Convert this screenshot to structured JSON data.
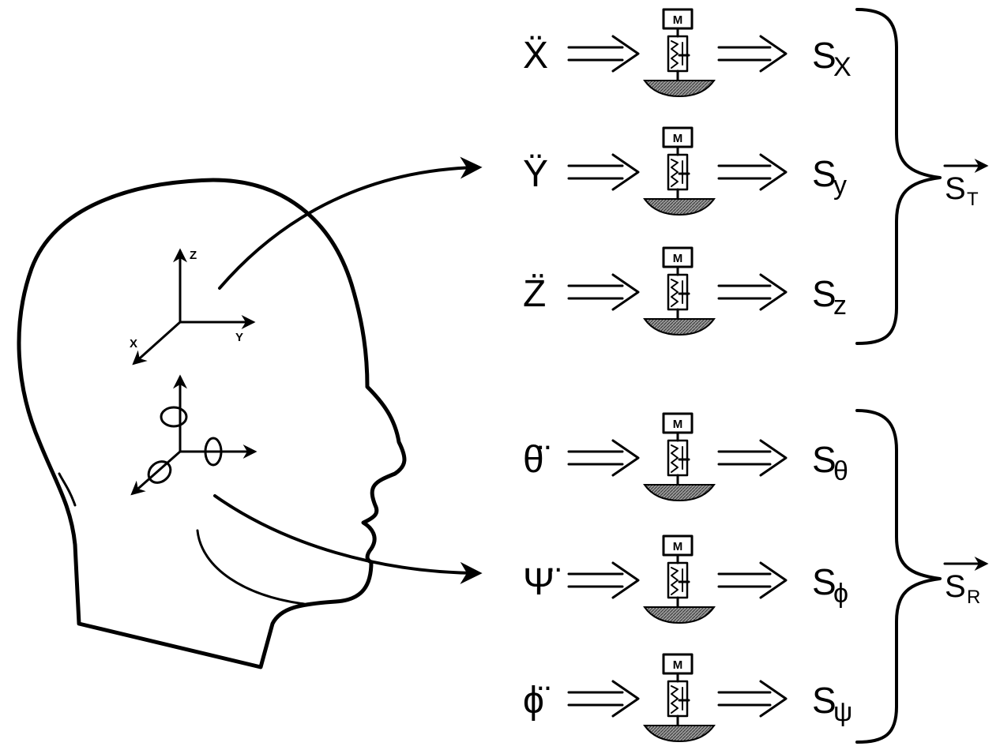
{
  "axes": {
    "z": "Z",
    "x": "X",
    "y": "Y"
  },
  "spring_mass_mark": "M",
  "rows": [
    {
      "input": "Ẍ",
      "output_base": "S",
      "output_sub": "X"
    },
    {
      "input": "Ÿ",
      "output_base": "S",
      "output_sub": "y"
    },
    {
      "input": "Z̈",
      "output_base": "S",
      "output_sub": "z"
    },
    {
      "input": "θ̈",
      "output_base": "S",
      "output_sub": "θ"
    },
    {
      "input": "Ψ̈",
      "output_base": "S",
      "output_sub": "ϕ"
    },
    {
      "input": "ϕ̈",
      "output_base": "S",
      "output_sub": "ψ"
    }
  ],
  "groups": [
    {
      "base": "S",
      "sub": "T"
    },
    {
      "base": "S",
      "sub": "R"
    }
  ]
}
